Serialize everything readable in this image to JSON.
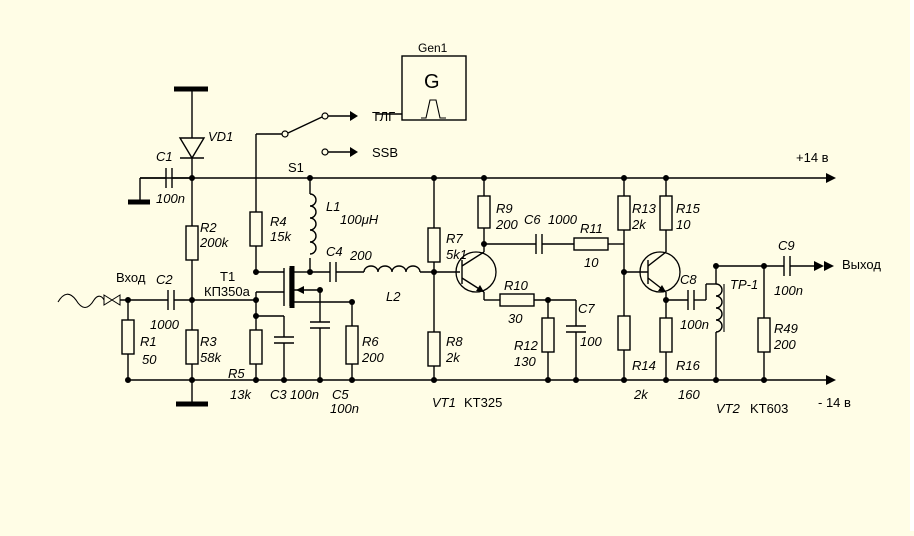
{
  "generator": {
    "name": "Gen1",
    "symbol": "G"
  },
  "switch": {
    "name": "S1",
    "position_tlg": "ТЛГ",
    "position_ssb": "SSB"
  },
  "rails": {
    "positive": "+14 в",
    "negative": "- 14 в"
  },
  "ports": {
    "input": "Вход",
    "output": "Выход"
  },
  "parts": {
    "VD1": "VD1",
    "C1": "C1",
    "C1v": "100n",
    "C2": "C2",
    "C2v": "1000",
    "R1": "R1",
    "R1v": "50",
    "R2": "R2",
    "R2v": "200k",
    "R3": "R3",
    "R3v": "58k",
    "T1": "T1",
    "T1v": "КП350а",
    "R4": "R4",
    "R4v": "15k",
    "R5": "R5",
    "R5v": "13k",
    "C3": "C3",
    "C3v": "100n",
    "C5": "C5",
    "C5v": "100n",
    "R6": "R6",
    "R6v": "200",
    "L1": "L1",
    "L1v": "100μH",
    "C4": "C4",
    "C4v": "200",
    "L2": "L2",
    "R7": "R7",
    "R7v": "5k1",
    "R8": "R8",
    "R8v": "2k",
    "VT1": "VT1",
    "VT1v": "KT325",
    "R9": "R9",
    "R9v": "200",
    "C6": "C6",
    "C6v": "1000",
    "R11": "R11",
    "R11v": "10",
    "R10": "R10",
    "R10v": "30",
    "R12": "R12",
    "R12v": "130",
    "C7": "C7",
    "C7v": "100",
    "R13": "R13",
    "R13v": "2k",
    "R14": "R14",
    "R14v": "2k",
    "R15": "R15",
    "R15v": "10",
    "R16": "R16",
    "R16v": "160",
    "VT2": "VT2",
    "VT2v": "KT603",
    "C8": "C8",
    "C8v": "100n",
    "TP1": "TP-1",
    "C9": "C9",
    "C9v": "100n",
    "R49": "R49",
    "R49v": "200"
  },
  "colors": {
    "background": "#fffde6",
    "ink": "#000000"
  }
}
